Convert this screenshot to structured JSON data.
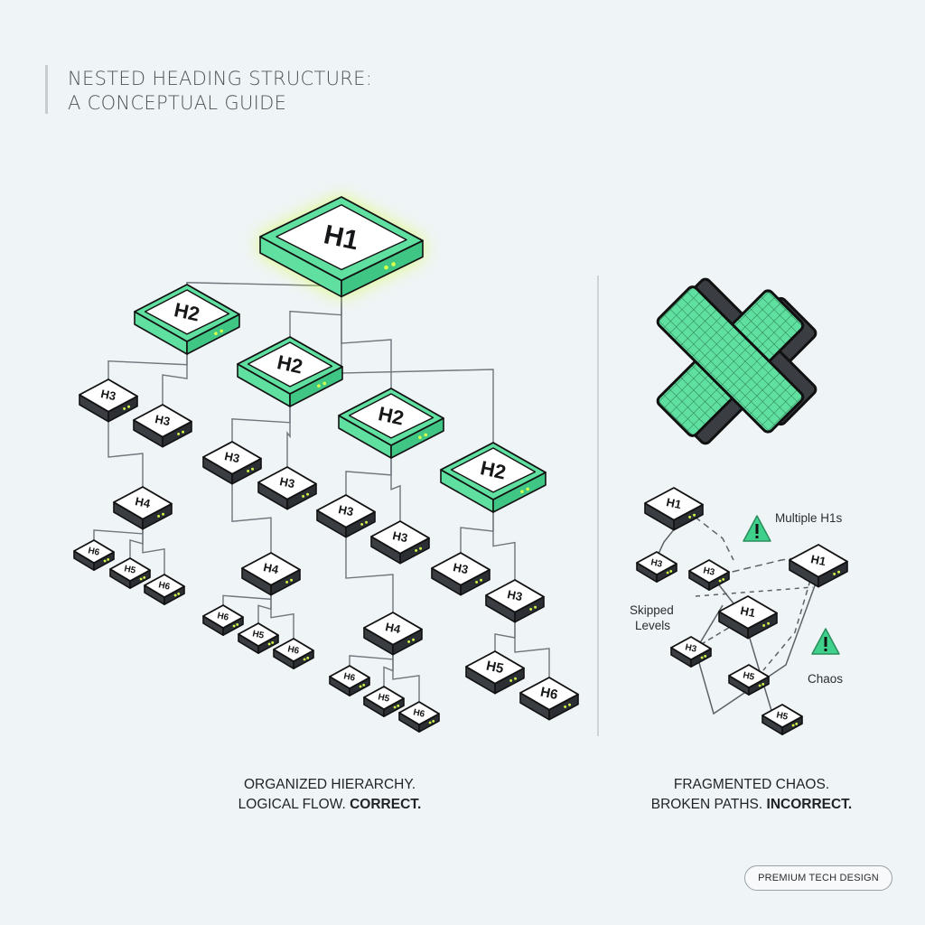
{
  "title": {
    "line1": "NESTED HEADING STRUCTURE:",
    "line2": "A CONCEPTUAL GUIDE"
  },
  "correct": {
    "caption_line1": "ORGANIZED HIERARCHY.",
    "caption_line2_prefix": "LOGICAL FLOW. ",
    "caption_line2_strong": "CORRECT.",
    "nodes": [
      {
        "id": "h1",
        "label": "H1"
      },
      {
        "id": "h2a",
        "label": "H2"
      },
      {
        "id": "h2b",
        "label": "H2"
      },
      {
        "id": "h2c",
        "label": "H2"
      },
      {
        "id": "h2d",
        "label": "H2"
      },
      {
        "id": "a3a",
        "label": "H3"
      },
      {
        "id": "a3b",
        "label": "H3"
      },
      {
        "id": "a4",
        "label": "H4"
      },
      {
        "id": "a5",
        "label": "H6"
      },
      {
        "id": "a6",
        "label": "H5"
      },
      {
        "id": "a7",
        "label": "H6"
      },
      {
        "id": "b3a",
        "label": "H3"
      },
      {
        "id": "b3b",
        "label": "H3"
      },
      {
        "id": "b4",
        "label": "H4"
      },
      {
        "id": "b5",
        "label": "H6"
      },
      {
        "id": "b6",
        "label": "H5"
      },
      {
        "id": "b7",
        "label": "H6"
      },
      {
        "id": "c3a",
        "label": "H3"
      },
      {
        "id": "c3b",
        "label": "H3"
      },
      {
        "id": "c4",
        "label": "H4"
      },
      {
        "id": "c5",
        "label": "H6"
      },
      {
        "id": "c6",
        "label": "H5"
      },
      {
        "id": "c7",
        "label": "H6"
      },
      {
        "id": "d3a",
        "label": "H3"
      },
      {
        "id": "d3b",
        "label": "H3"
      },
      {
        "id": "d5",
        "label": "H5"
      },
      {
        "id": "d6",
        "label": "H6"
      }
    ],
    "edges": [
      [
        "h1",
        "h2a"
      ],
      [
        "h1",
        "h2b"
      ],
      [
        "h1",
        "h2c"
      ],
      [
        "h1",
        "h2d"
      ],
      [
        "h2a",
        "a3a"
      ],
      [
        "h2a",
        "a3b"
      ],
      [
        "a3a",
        "a4"
      ],
      [
        "a4",
        "a5"
      ],
      [
        "a4",
        "a6"
      ],
      [
        "a4",
        "a7"
      ],
      [
        "h2b",
        "b3a"
      ],
      [
        "h2b",
        "b3b"
      ],
      [
        "b3a",
        "b4"
      ],
      [
        "b4",
        "b5"
      ],
      [
        "b4",
        "b6"
      ],
      [
        "b4",
        "b7"
      ],
      [
        "h2c",
        "c3a"
      ],
      [
        "h2c",
        "c3b"
      ],
      [
        "c3a",
        "c4"
      ],
      [
        "c4",
        "c5"
      ],
      [
        "c4",
        "c6"
      ],
      [
        "c4",
        "c7"
      ],
      [
        "h2d",
        "d3a"
      ],
      [
        "h2d",
        "d3b"
      ],
      [
        "d3b",
        "d5"
      ],
      [
        "d3b",
        "d6"
      ]
    ]
  },
  "incorrect": {
    "caption_line1": "FRAGMENTED CHAOS.",
    "caption_line2_prefix": "BROKEN PATHS. ",
    "caption_line2_strong": "INCORRECT.",
    "symbol": "cross-mark-icon",
    "nodes": [
      {
        "id": "x1",
        "label": "H1"
      },
      {
        "id": "x2",
        "label": "H1"
      },
      {
        "id": "x3",
        "label": "H1"
      },
      {
        "id": "x4",
        "label": "H3"
      },
      {
        "id": "x5",
        "label": "H3"
      },
      {
        "id": "x6",
        "label": "H3"
      },
      {
        "id": "x7",
        "label": "H5"
      },
      {
        "id": "x8",
        "label": "H5"
      }
    ],
    "notes": {
      "multiple_h1s": "Multiple H1s",
      "skipped_levels_line1": "Skipped",
      "skipped_levels_line2": "Levels",
      "chaos": "Chaos"
    }
  },
  "badge": "PREMIUM TECH DESIGN",
  "colors": {
    "accent_green": "#5fe0a0",
    "glow": "#d6ff4a",
    "node_top": "#ffffff",
    "node_side_dark": "#34383c",
    "warning": "#3fd18c",
    "cross_dark": "#3a3e42",
    "background": "#eff4f7"
  }
}
